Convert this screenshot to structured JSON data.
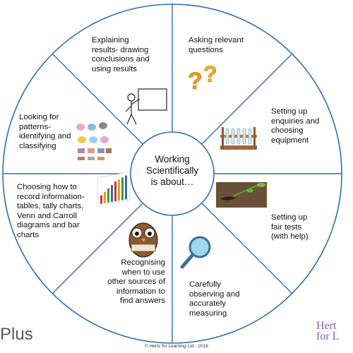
{
  "center": {
    "label": "Working\nScientifically\nis about…"
  },
  "segments": [
    {
      "id": "explaining",
      "text": "Explaining\nresults- drawing\nconclusions and\nusing results",
      "icon": "presenter-icon"
    },
    {
      "id": "asking",
      "text": "Asking  relevant\nquestions",
      "icon": "question-marks-icon"
    },
    {
      "id": "setting-up-enquiries",
      "text": "Setting up\nenquiries and\nchoosing\nequipment",
      "icon": "test-tube-rack-icon"
    },
    {
      "id": "fair-tests",
      "text": "Setting up\nfair tests\n(with help)",
      "icon": "plant-seedling-icon"
    },
    {
      "id": "observing",
      "text": "Carefully\nobserving and\naccurately\nmeasuring",
      "icon": "magnifying-glass-icon"
    },
    {
      "id": "recognising",
      "text": "Recognising\nwhen to use\nother sources of\ninformation to\nfind answers",
      "icon": "owl-reading-icon"
    },
    {
      "id": "recording",
      "text": "Choosing how to\nrecord information-\ntables, tally charts,\nVenn and Carroll\ndiagrams and bar\ncharts",
      "icon": "bar-chart-icon"
    },
    {
      "id": "patterns",
      "text": "Looking for\npatterns-\nidentifying and\nclassifying",
      "icon": "birds-grid-icon"
    }
  ],
  "footer": {
    "left": "Plus",
    "center": "© Herts for Learning Ltd - 2016",
    "right": "Hert\nfor L"
  },
  "colors": {
    "circle_stroke": "#2f6fb5",
    "spoke_stroke": "#2f6fb5",
    "text": "#111111",
    "brand_purple": "#8a5aa8"
  }
}
